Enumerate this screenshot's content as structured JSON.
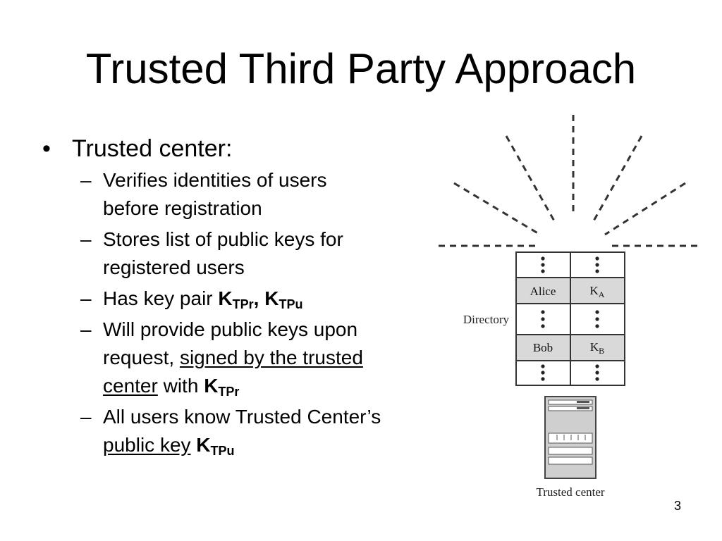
{
  "slide": {
    "title": "Trusted Third Party Approach",
    "number": "3"
  },
  "bullets": {
    "main_marker": "•",
    "sub_marker": "–",
    "main_text": "Trusted center:",
    "items": {
      "verifies": {
        "line1": "Verifies identities of users",
        "line2": "before registration"
      },
      "stores": {
        "line1": "Stores list of public keys for",
        "line2": "registered users"
      },
      "has_key": {
        "text": "Has key pair ",
        "key1": "K",
        "key1_sub": "TPr",
        "separator": ", ",
        "key2": "K",
        "key2_sub": "TPu"
      },
      "provide": {
        "line1": "Will provide public keys upon",
        "line2_prefix": "request, ",
        "line2_underline": "signed by the trusted",
        "line3_underline": "center",
        "line3_text": " with ",
        "key": "K",
        "key_sub": "TPr"
      },
      "all_know": {
        "line1": "All users know Trusted Center’s",
        "line2_underline": "public key",
        "line2_text": " ",
        "key": "K",
        "key_sub": "TPu"
      }
    }
  },
  "figure": {
    "directory_label": "Directory",
    "row_alice_name": "Alice",
    "row_alice_key": "K",
    "row_alice_key_sub": "A",
    "row_bob_name": "Bob",
    "row_bob_key": "K",
    "row_bob_key_sub": "B",
    "trusted_center_label": "Trusted center",
    "colors": {
      "highlight_row": "#d9d9d9",
      "line": "#333333",
      "server_body": "#cfcfcf"
    }
  }
}
